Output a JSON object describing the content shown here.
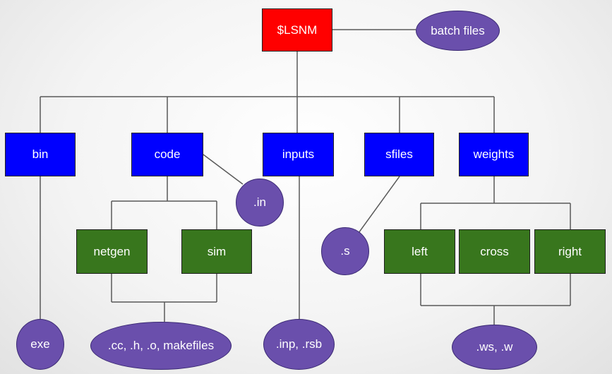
{
  "colors": {
    "root": "#ff0000",
    "folder": "#0000ff",
    "subfolder": "#38761d",
    "file_group": "#6a4fac",
    "connector": "#595959"
  },
  "root": {
    "label": "$LSNM",
    "note": "batch files"
  },
  "folders": {
    "bin": "bin",
    "code": "code",
    "inputs": "inputs",
    "sfiles": "sfiles",
    "weights": "weights"
  },
  "subfolders": {
    "netgen": "netgen",
    "sim": "sim",
    "left": "left",
    "cross": "cross",
    "right": "right"
  },
  "files": {
    "in": ".in",
    "s": ".s",
    "exe": "exe",
    "code_files": ".cc, .h, .o, makefiles",
    "input_files": ".inp, .rsb",
    "weight_files": ".ws, .w"
  }
}
